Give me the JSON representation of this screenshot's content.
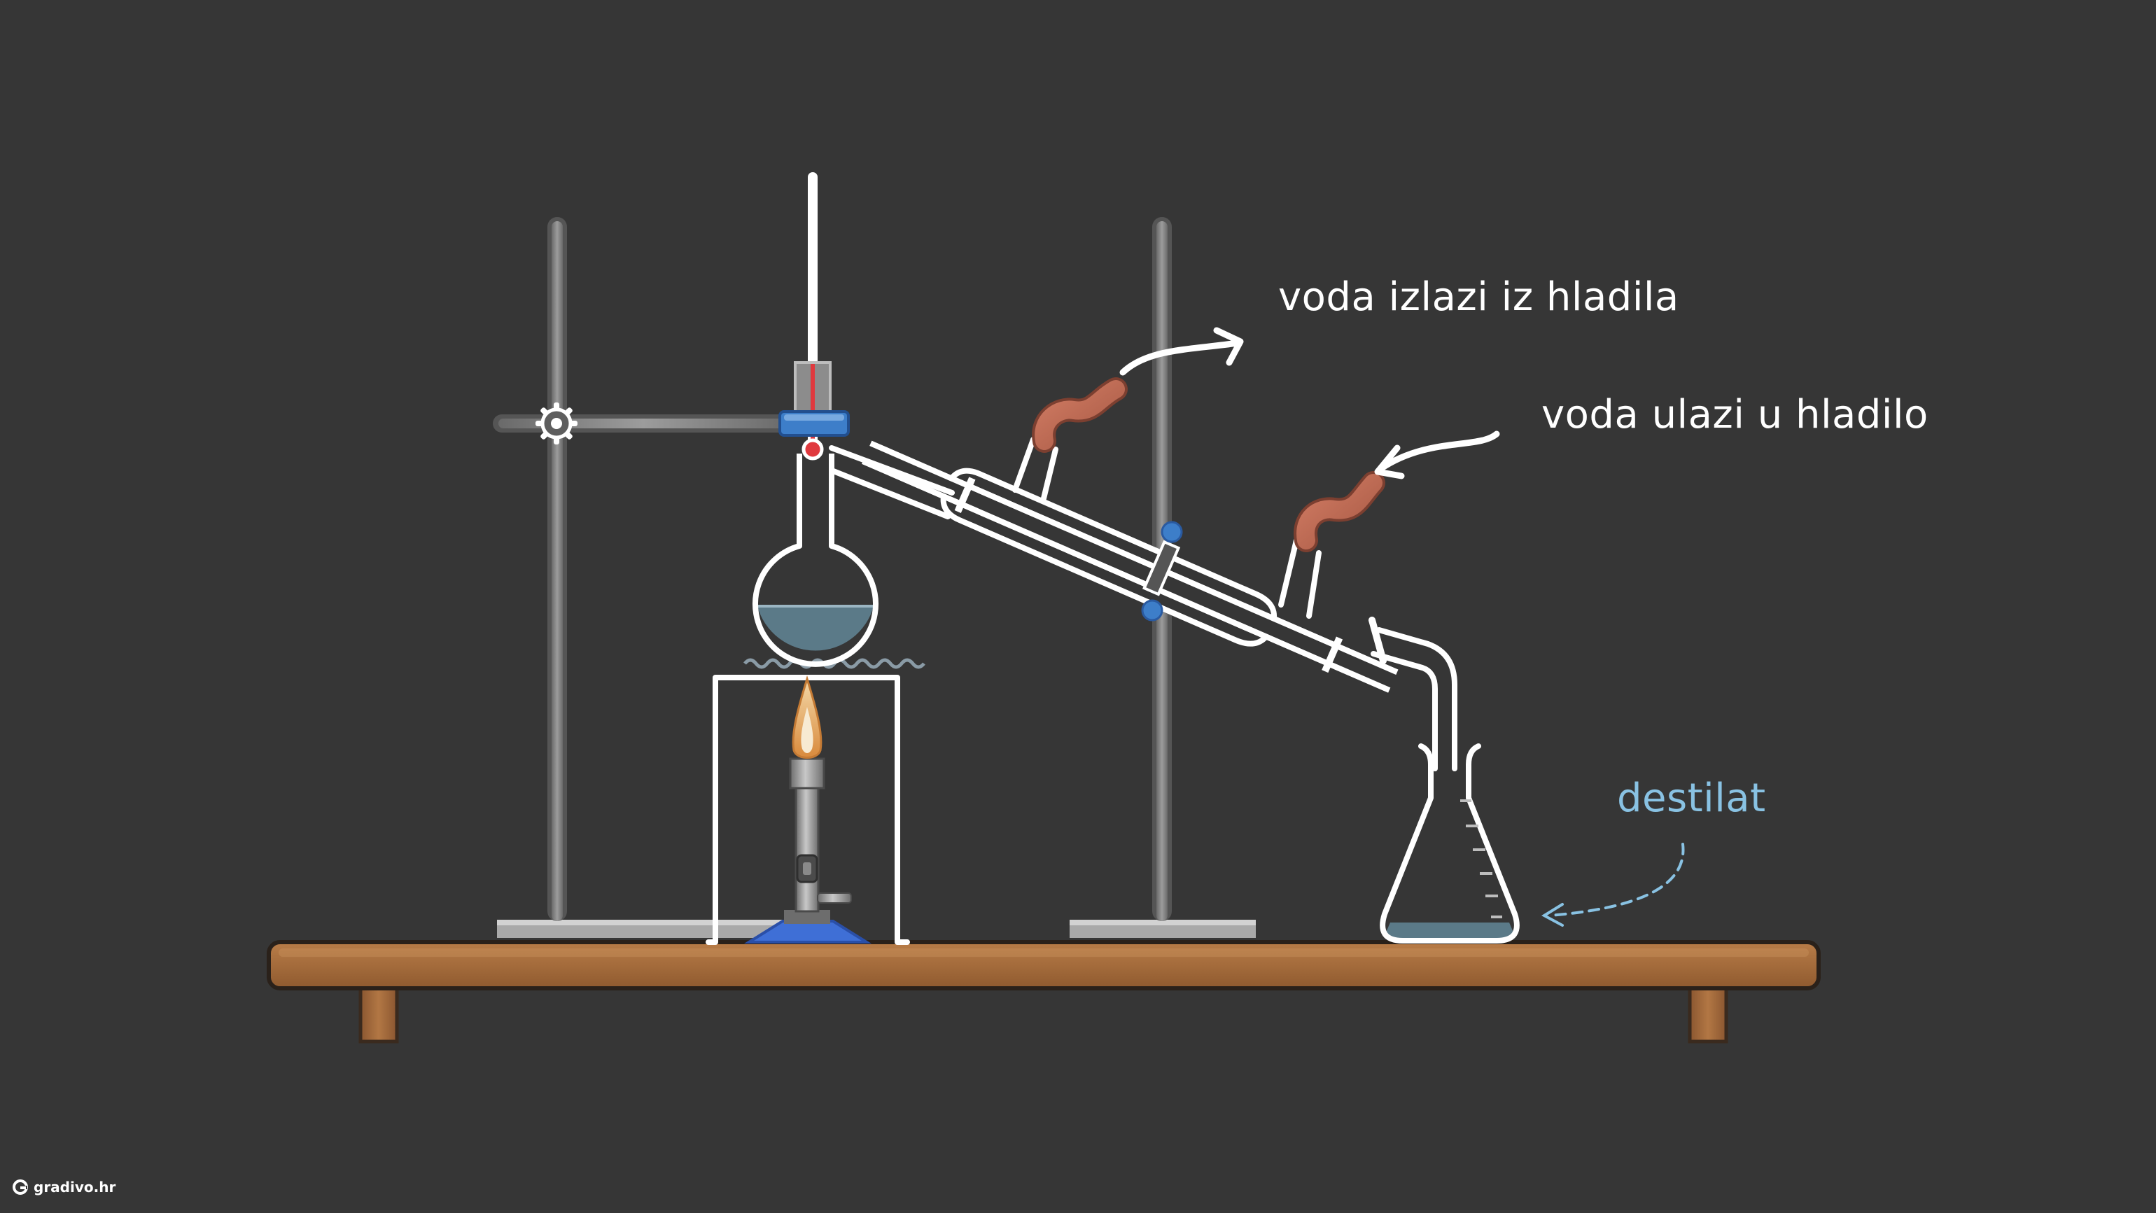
{
  "labels": {
    "water_out": "voda izlazi iz hladila",
    "water_in": "voda ulazi u hladilo",
    "distillate": "destilat"
  },
  "brand": {
    "name": "gradivo.hr"
  },
  "colors": {
    "background": "#363636",
    "glass_outline": "#ffffff",
    "liquid": "#5b7a88",
    "distillate_label": "#89c2e3",
    "table_wood": "#a0673a",
    "clamp_blue": "#3d7ec9",
    "hose": "#c0705a",
    "burner_base": "#3f6fd6",
    "stand_metal": "#808080"
  },
  "icons": {
    "brand_logo": "gradivo-logo-icon",
    "flow_out": "arrow-out-icon",
    "flow_in": "arrow-in-icon",
    "distillate_pointer": "dashed-arrow-icon"
  }
}
